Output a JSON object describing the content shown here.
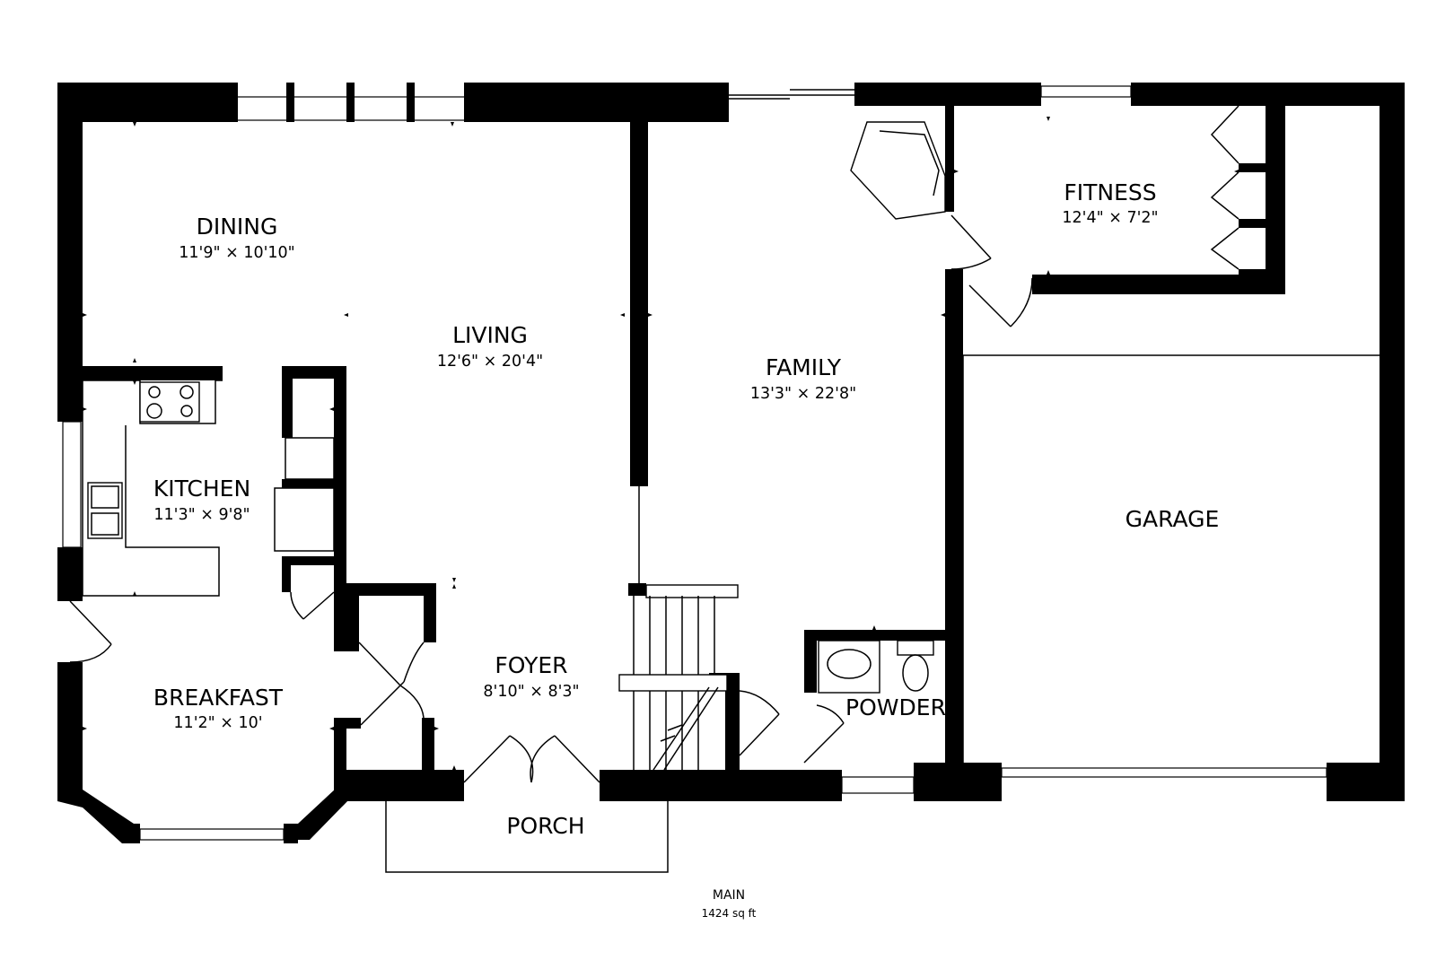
{
  "floor": {
    "name": "MAIN",
    "area": "1424 sq ft"
  },
  "rooms": {
    "dining": {
      "name": "DINING",
      "dims": "11'9\" × 10'10\""
    },
    "living": {
      "name": "LIVING",
      "dims": "12'6\" × 20'4\""
    },
    "kitchen": {
      "name": "KITCHEN",
      "dims": "11'3\" × 9'8\""
    },
    "breakfast": {
      "name": "BREAKFAST",
      "dims": "11'2\" × 10'"
    },
    "foyer": {
      "name": "FOYER",
      "dims": "8'10\" × 8'3\""
    },
    "porch": {
      "name": "PORCH"
    },
    "family": {
      "name": "FAMILY",
      "dims": "13'3\" × 22'8\""
    },
    "fitness": {
      "name": "FITNESS",
      "dims": "12'4\" × 7'2\""
    },
    "garage": {
      "name": "GARAGE"
    },
    "powder": {
      "name": "POWDER"
    }
  }
}
